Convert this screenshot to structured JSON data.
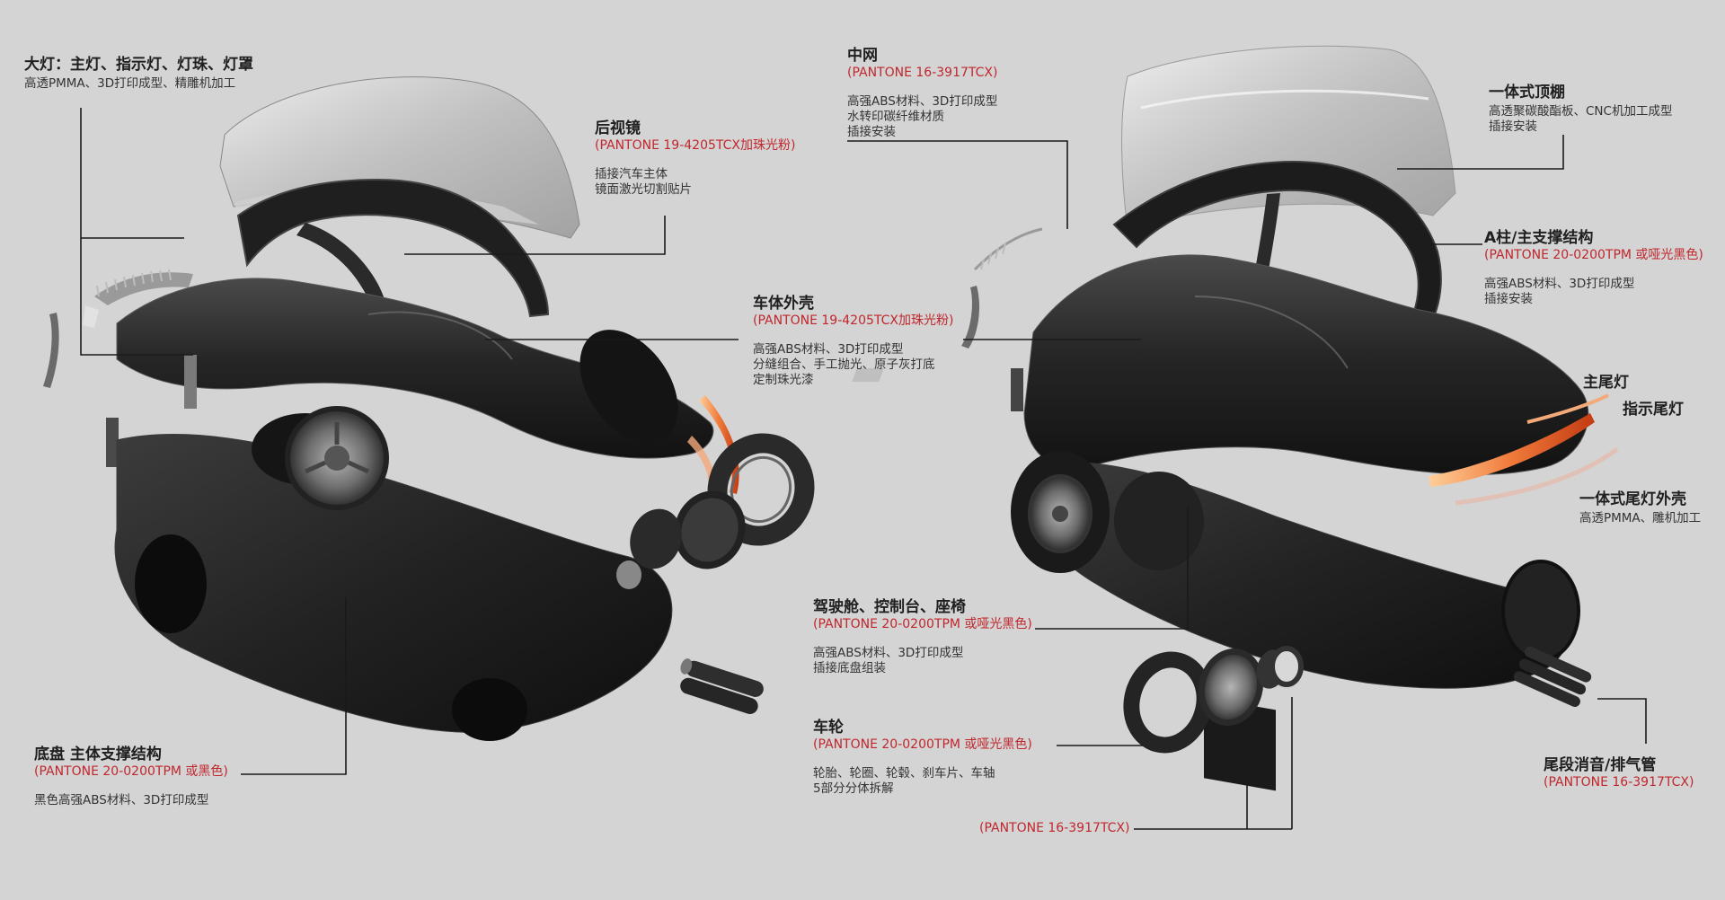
{
  "labels": {
    "headlight": {
      "title": "大灯：主灯、指示灯、灯珠、灯罩",
      "desc": [
        "高透PMMA、3D打印成型、精雕机加工"
      ]
    },
    "mirror": {
      "title": "后视镜",
      "pantone": "(PANTONE 19-4205TCX加珠光粉)",
      "desc": [
        "插接汽车主体",
        "镜面激光切割贴片"
      ]
    },
    "body_shell": {
      "title": "车体外壳",
      "pantone": "(PANTONE 19-4205TCX加珠光粉)",
      "desc": [
        "高强ABS材料、3D打印成型",
        "分缝组合、手工抛光、原子灰打底",
        "定制珠光漆"
      ]
    },
    "chassis": {
      "title": "底盘 主体支撑结构",
      "pantone": "(PANTONE 20-0200TPM 或黑色)",
      "desc": [
        "黑色高强ABS材料、3D打印成型"
      ]
    },
    "grille": {
      "title": "中网",
      "pantone": "(PANTONE 16-3917TCX)",
      "desc": [
        "高强ABS材料、3D打印成型",
        "水转印碳纤维材质",
        "插接安装"
      ]
    },
    "roof": {
      "title": "一体式顶棚",
      "desc": [
        "高透聚碳酸酯板、CNC机加工成型",
        "插接安装"
      ]
    },
    "a_pillar": {
      "title": "A柱/主支撑结构",
      "pantone": "(PANTONE 20-0200TPM 或哑光黑色)",
      "desc": [
        "高强ABS材料、3D打印成型",
        "插接安装"
      ]
    },
    "tail_main": {
      "title": "主尾灯"
    },
    "tail_indicator": {
      "title": "指示尾灯"
    },
    "tail_housing": {
      "title": "一体式尾灯外壳",
      "desc": [
        "高透PMMA、雕机加工"
      ]
    },
    "cockpit": {
      "title": "驾驶舱、控制台、座椅",
      "pantone": "(PANTONE 20-0200TPM 或哑光黑色)",
      "desc": [
        "高强ABS材料、3D打印成型",
        "插接底盘组装"
      ]
    },
    "wheel": {
      "title": "车轮",
      "pantone": "(PANTONE 20-0200TPM 或哑光黑色)",
      "desc": [
        "轮胎、轮圈、轮毂、刹车片、车轴",
        "5部分分体拆解"
      ]
    },
    "hub_pantone": {
      "pantone": "(PANTONE 16-3917TCX)"
    },
    "exhaust": {
      "title": "尾段消音/排气管",
      "pantone": "(PANTONE 16-3917TCX)"
    }
  },
  "colors": {
    "background": "#d4d4d4",
    "pantone_text": "#c0272d",
    "leader_line": "#1a1a1a",
    "body_dark": "#1e1e1e",
    "tail_glow": "#e8622a"
  }
}
